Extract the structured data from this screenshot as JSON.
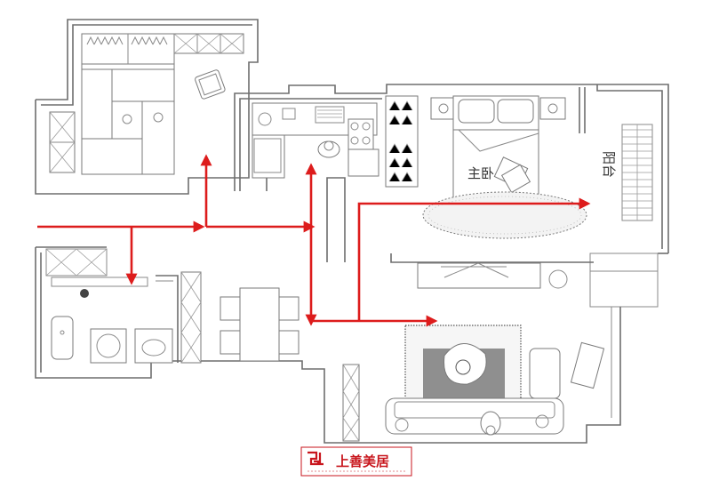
{
  "rooms": {
    "master_bedroom": "主卧",
    "balcony": "阳台"
  },
  "logo": {
    "mark": "SS",
    "name": "上善美居"
  },
  "colors": {
    "arrow": "#dd1c1c",
    "walls": "#6e6e6e",
    "logo": "#c8161d"
  }
}
